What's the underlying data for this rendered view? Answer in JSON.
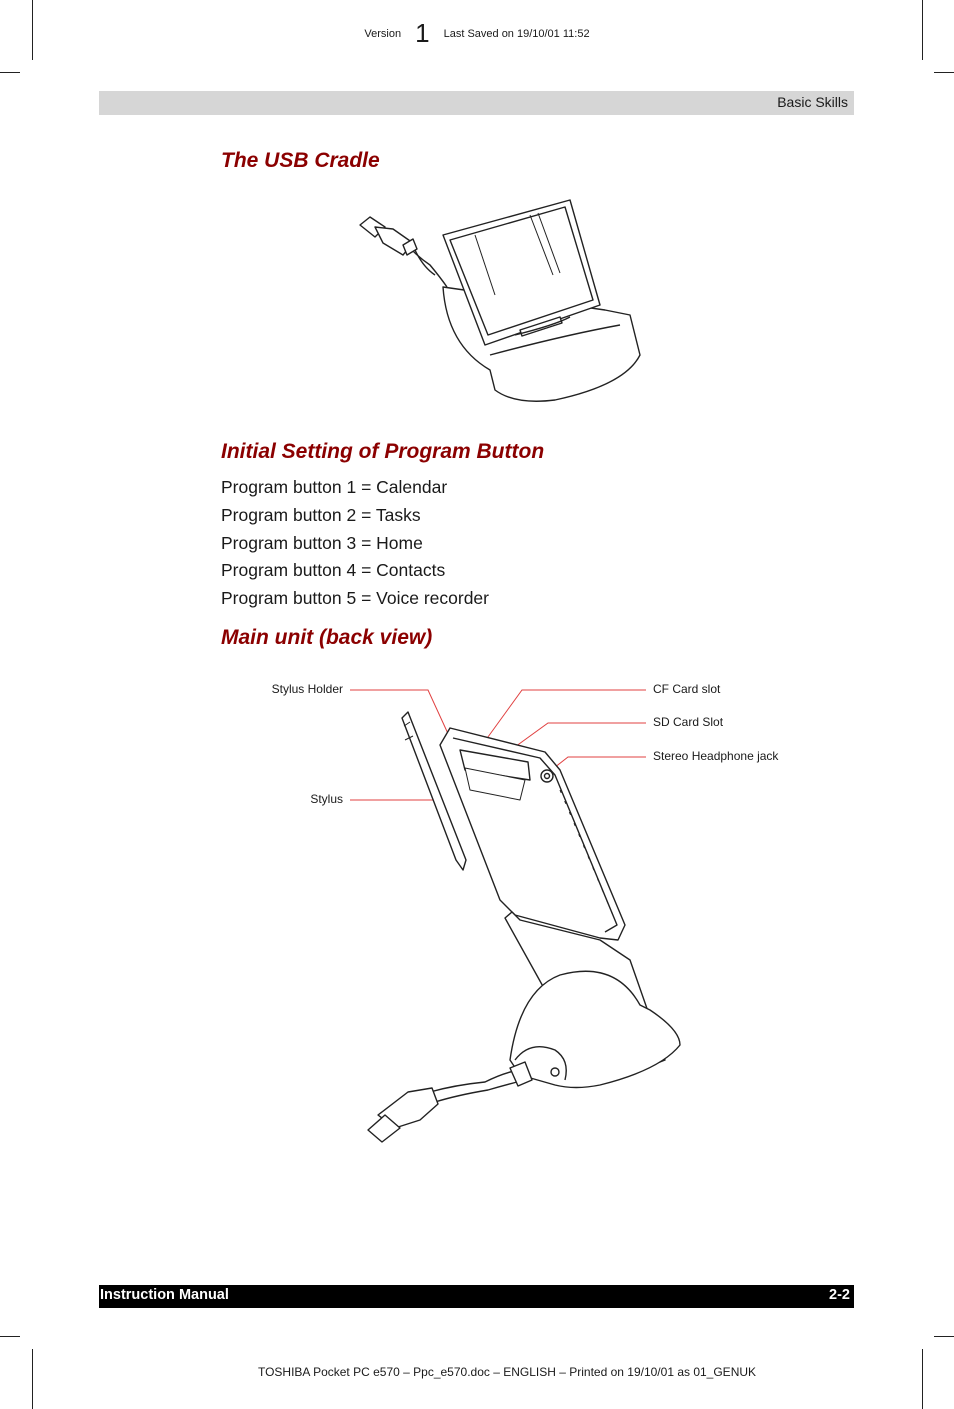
{
  "header": {
    "version_label": "Version",
    "version_number": "1",
    "last_saved": "Last Saved on 19/10/01 11:52",
    "chapter": "Basic Skills"
  },
  "sections": {
    "usb_cradle": {
      "title": "The USB Cradle"
    },
    "program_button": {
      "title": "Initial Setting of Program Button",
      "items": [
        "Program button 1 = Calendar",
        "Program button 2 = Tasks",
        "Program button 3 = Home",
        "Program button 4 = Contacts",
        "Program button 5 = Voice recorder"
      ]
    },
    "back_view": {
      "title": "Main unit (back view)",
      "callouts": {
        "stylus_holder": "Stylus Holder",
        "stylus": "Stylus",
        "cf_card_slot": "CF Card slot",
        "sd_card_slot": "SD Card Slot",
        "headphone_jack": "Stereo Headphone jack"
      }
    }
  },
  "footer": {
    "manual": "Instruction Manual",
    "page": "2-2",
    "print_info": "TOSHIBA Pocket PC e570  – Ppc_e570.doc – ENGLISH – Printed on 19/10/01 as 01_GENUK"
  },
  "colors": {
    "heading": "#8b0000",
    "callout_line": "#e04040",
    "header_bar": "#d6d6d6",
    "footer_bar": "#000000"
  }
}
